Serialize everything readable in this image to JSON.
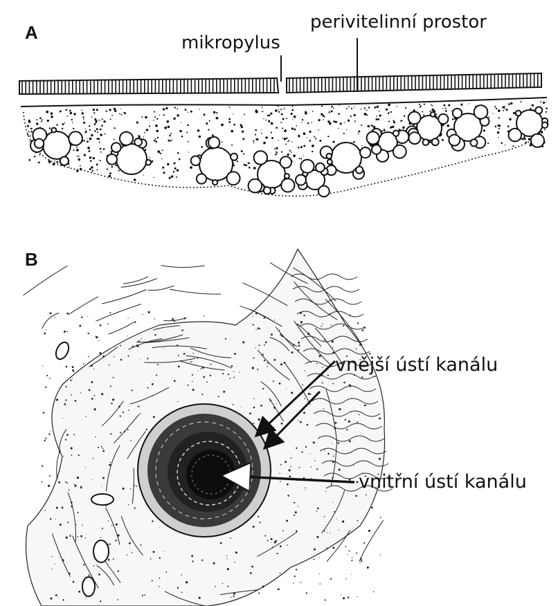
{
  "panels": [
    {
      "letter": "A",
      "labels": {
        "micropyle": "mikropylus",
        "perivitelline_space": "perivitelinní prostor"
      }
    },
    {
      "letter": "B",
      "labels": {
        "outer_opening": "vnější ústí kanálu",
        "inner_opening": "vnitřní ústí kanálu"
      }
    }
  ],
  "colors": {
    "ink": "#111111",
    "background": "#ffffff"
  }
}
